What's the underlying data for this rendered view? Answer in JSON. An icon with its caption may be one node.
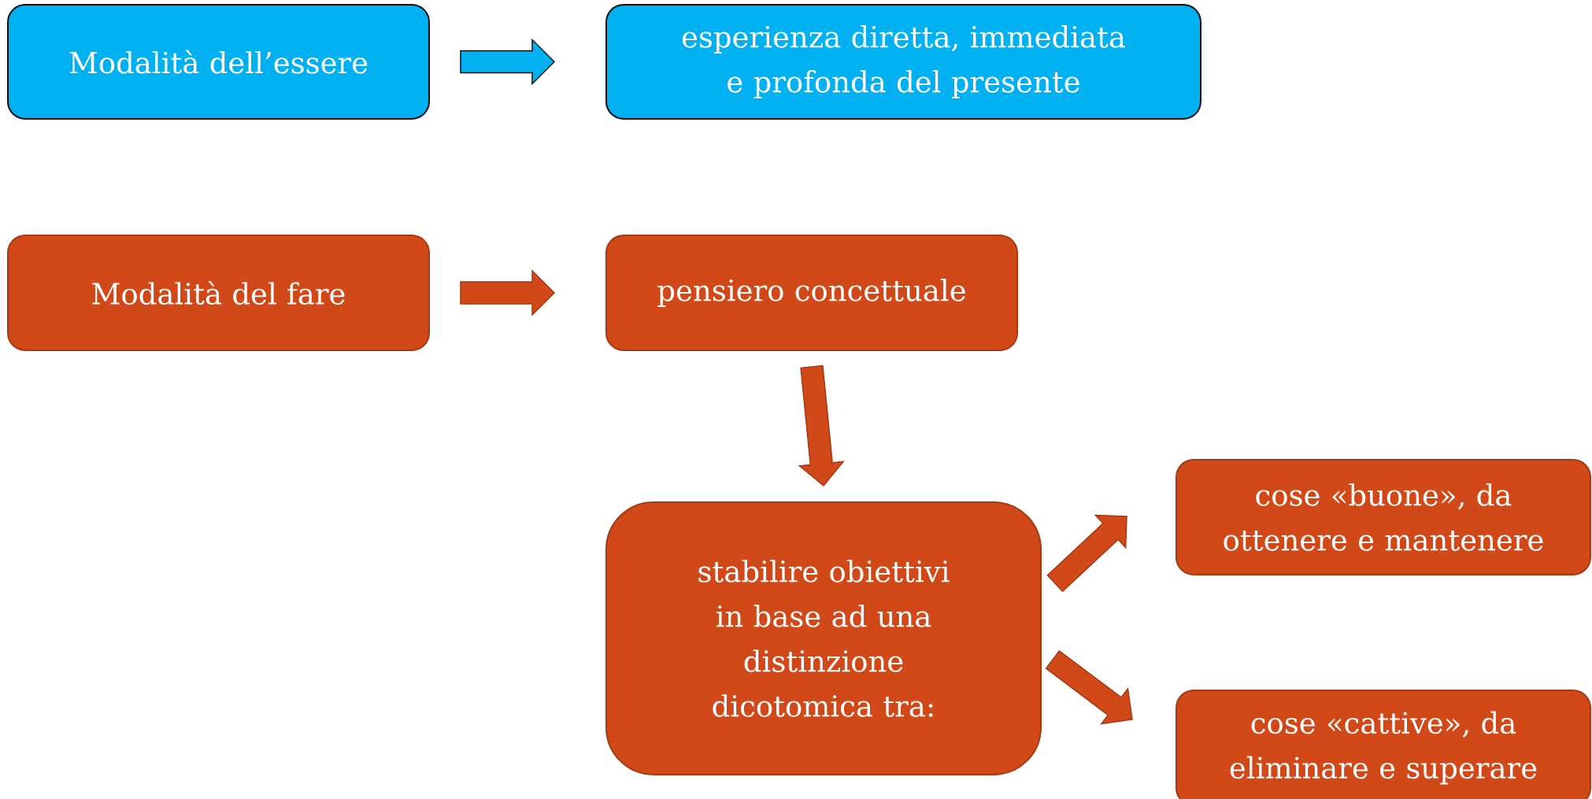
{
  "diagram": {
    "nodes": [
      {
        "text": [
          "Modalità dell’essere"
        ]
      },
      {
        "text": [
          "esperienza diretta, immediata e profonda del presente"
        ]
      },
      {
        "text": [
          "Modalità del fare"
        ]
      },
      {
        "text": [
          "pensiero concettuale"
        ]
      },
      {
        "text": [
          "stabilire obiettivi in base ad una distinzione dicotomica tra:"
        ]
      },
      {
        "text": [
          "cose «buone», da ottenere e mantenere"
        ]
      },
      {
        "text": [
          "cose «cattive», da eliminare e superare"
        ]
      }
    ],
    "edges": [
      {
        "from": 0,
        "to": 1,
        "arrow": "to",
        "color": "#00b0f0"
      },
      {
        "from": 2,
        "to": 3,
        "arrow": "to"
      },
      {
        "from": 3,
        "to": 4,
        "arrow": "to"
      },
      {
        "from": 4,
        "to": 5,
        "arrow": "to"
      },
      {
        "from": 4,
        "to": 6,
        "arrow": "to"
      }
    ]
  }
}
